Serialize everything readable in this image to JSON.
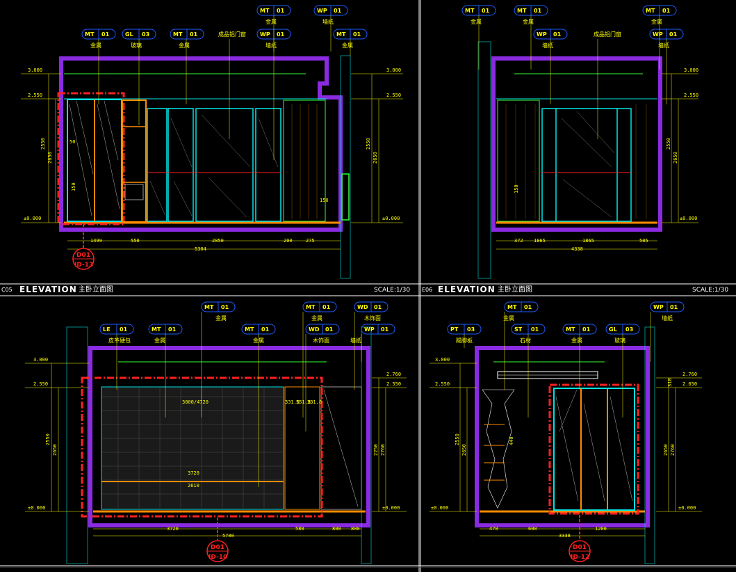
{
  "colors": {
    "background": "#000000",
    "yellow": "#ffff00",
    "purple": "#8a2be2",
    "cyan": "#00e5e5",
    "orange": "#ff8c00",
    "red": "#ff2020",
    "green": "#33ff33",
    "white": "#ffffff",
    "blue": "#1e5cff"
  },
  "panels": [
    {
      "id": "tl",
      "number": "C05",
      "title": "ELEVATION",
      "subtitle": "主卧立面图",
      "scale": "SCALE:1/30",
      "tags": [
        {
          "code": "MT",
          "num": "01",
          "note": "金属"
        },
        {
          "code": "WP",
          "num": "01",
          "note": "墙纸"
        },
        {
          "code": "MT",
          "num": "01",
          "note": "金属"
        },
        {
          "code": "GL",
          "num": "03",
          "note": "玻璃"
        },
        {
          "code": "MT",
          "num": "01",
          "note": "金属"
        },
        {
          "code": "",
          "num": "",
          "note": "成品铝门窗"
        },
        {
          "code": "WP",
          "num": "01",
          "note": "墙纸"
        },
        {
          "code": "MT",
          "num": "01",
          "note": "金属"
        }
      ],
      "levels_left": [
        "3.000",
        "2.550",
        "±0.000"
      ],
      "levels_right": [
        "3.000",
        "2.550",
        "±0.000"
      ],
      "dims_left": [
        "2550",
        "2650"
      ],
      "dims_right": [
        "2550",
        "2650"
      ],
      "dims_bottom": [
        "1499",
        "550",
        "2850",
        "200",
        "275"
      ],
      "dim_total": "5304",
      "inner_dims": [
        "50",
        "150",
        "150"
      ],
      "ref": {
        "top": "D01",
        "bottom": "ID-13"
      }
    },
    {
      "id": "tr",
      "number": "E06",
      "title": "ELEVATION",
      "subtitle": "主卧立面图",
      "scale": "SCALE:1/30",
      "tags": [
        {
          "code": "MT",
          "num": "01",
          "note": "金属"
        },
        {
          "code": "MT",
          "num": "01",
          "note": "金属"
        },
        {
          "code": "MT",
          "num": "01",
          "note": "金属"
        },
        {
          "code": "WP",
          "num": "01",
          "note": "墙纸"
        },
        {
          "code": "",
          "num": "",
          "note": "成品铝门窗"
        },
        {
          "code": "WP",
          "num": "01",
          "note": "墙纸"
        }
      ],
      "levels_left": [],
      "levels_right": [
        "3.000",
        "2.550",
        "±0.000"
      ],
      "dims_right": [
        "2550",
        "2650"
      ],
      "dims_bottom": [
        "372",
        "1865",
        "1865",
        "505"
      ],
      "dim_total": "4338",
      "inner_dims": [
        "150"
      ]
    },
    {
      "id": "bl",
      "number": "",
      "title": "",
      "subtitle": "",
      "scale": "",
      "tags": [
        {
          "code": "MT",
          "num": "01",
          "note": "金属"
        },
        {
          "code": "LE",
          "num": "01",
          "note": "皮革硬包"
        },
        {
          "code": "MT",
          "num": "01",
          "note": "金属"
        },
        {
          "code": "MT",
          "num": "01",
          "note": "金属"
        },
        {
          "code": "MT",
          "num": "01",
          "note": "金属"
        },
        {
          "code": "WD",
          "num": "01",
          "note": "木饰面"
        },
        {
          "code": "WD",
          "num": "01",
          "note": "木饰面"
        },
        {
          "code": "WP",
          "num": "01",
          "note": "墙纸"
        }
      ],
      "levels_left": [
        "3.000",
        "2.550",
        "±0.000"
      ],
      "levels_right": [
        "2.760",
        "2.550",
        "±0.000"
      ],
      "dims_left": [
        "2550",
        "2650"
      ],
      "dims_right": [
        "2250",
        "2760"
      ],
      "dims_bottom": [
        "3720",
        "580",
        "800",
        "800"
      ],
      "dim_total": "5700",
      "inner_dims": [
        "3000/4720",
        "331.8",
        "551.8",
        "331.8",
        "3720",
        "2610"
      ],
      "ref": {
        "top": "D01",
        "bottom": "ID-10"
      }
    },
    {
      "id": "br",
      "number": "",
      "title": "",
      "subtitle": "",
      "scale": "",
      "tags": [
        {
          "code": "MT",
          "num": "01",
          "note": "金属"
        },
        {
          "code": "PT",
          "num": "03",
          "note": "踢脚板"
        },
        {
          "code": "ST",
          "num": "01",
          "note": "石材"
        },
        {
          "code": "MT",
          "num": "01",
          "note": "金属"
        },
        {
          "code": "GL",
          "num": "03",
          "note": "玻璃"
        },
        {
          "code": "WP",
          "num": "01",
          "note": "墙纸"
        }
      ],
      "levels_left": [
        "3.000",
        "2.550",
        "±0.000"
      ],
      "levels_right": [
        "2.760",
        "2.650",
        "±0.000"
      ],
      "dims_left": [
        "2550",
        "2650"
      ],
      "dims_right": [
        "2650",
        "2760"
      ],
      "dims_bottom": [
        "470",
        "600",
        "1200"
      ],
      "dim_total": "3338",
      "inner_dims": [
        "440",
        "318"
      ],
      "ref": {
        "top": "D01",
        "bottom": "ID-12"
      }
    }
  ]
}
